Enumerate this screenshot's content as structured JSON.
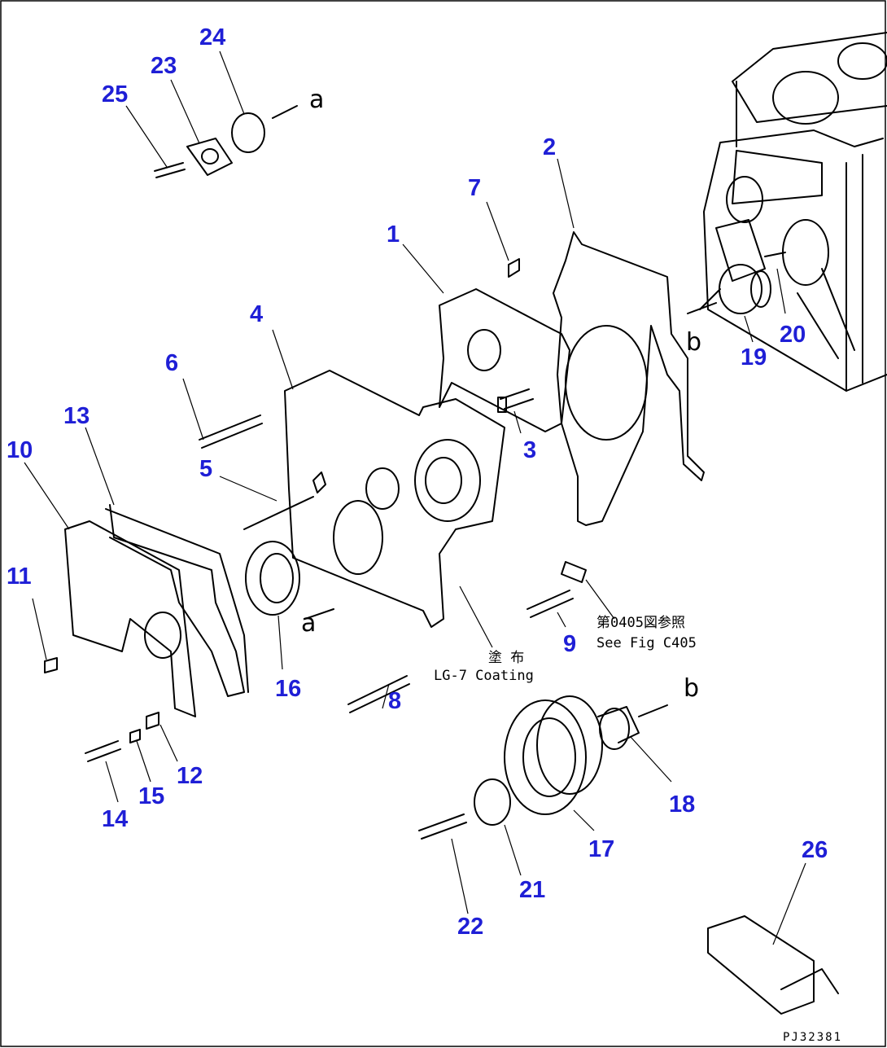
{
  "figure_code": "PJ32381",
  "part_numbers": [
    "1",
    "2",
    "3",
    "4",
    "5",
    "6",
    "7",
    "8",
    "9",
    "10",
    "11",
    "12",
    "13",
    "14",
    "15",
    "16",
    "17",
    "18",
    "19",
    "20",
    "21",
    "22",
    "23",
    "24",
    "25",
    "26"
  ],
  "flow_letters": {
    "a": "a",
    "b": "b"
  },
  "notes": {
    "coating_jp": "塗 布",
    "coating_en": "LG-7 Coating",
    "ref_jp": "第0405図参照",
    "ref_en": "See Fig C405"
  }
}
